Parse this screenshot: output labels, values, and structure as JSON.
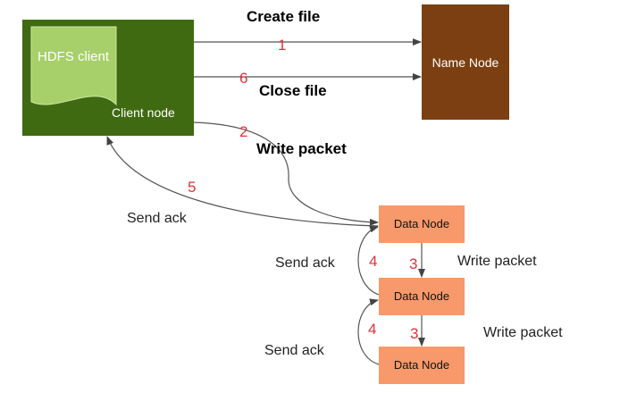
{
  "client_node": {
    "inner_label": "HDFS client",
    "label": "Client node",
    "color": "#3f6a12",
    "inner_color": "#a7cf6a"
  },
  "name_node": {
    "label": "Name Node",
    "color": "#7b3f12"
  },
  "data_nodes": [
    {
      "label": "Data Node"
    },
    {
      "label": "Data Node"
    },
    {
      "label": "Data Node"
    }
  ],
  "data_node_color": "#f7996a",
  "operations": {
    "create_file": {
      "label": "Create file",
      "step": "1"
    },
    "close_file": {
      "label": "Close file",
      "step": "6"
    },
    "write_packet_client": {
      "label": "Write packet",
      "step": "2"
    },
    "send_ack_client": {
      "label": "Send ack",
      "step": "5"
    },
    "write_packet_1": {
      "label": "Write packet",
      "step": "3"
    },
    "send_ack_1": {
      "label": "Send ack",
      "step": "4"
    },
    "write_packet_2": {
      "label": "Write packet",
      "step": "3"
    },
    "send_ack_2": {
      "label": "Send ack",
      "step": "4"
    }
  },
  "step_number_color": "#e0323a"
}
